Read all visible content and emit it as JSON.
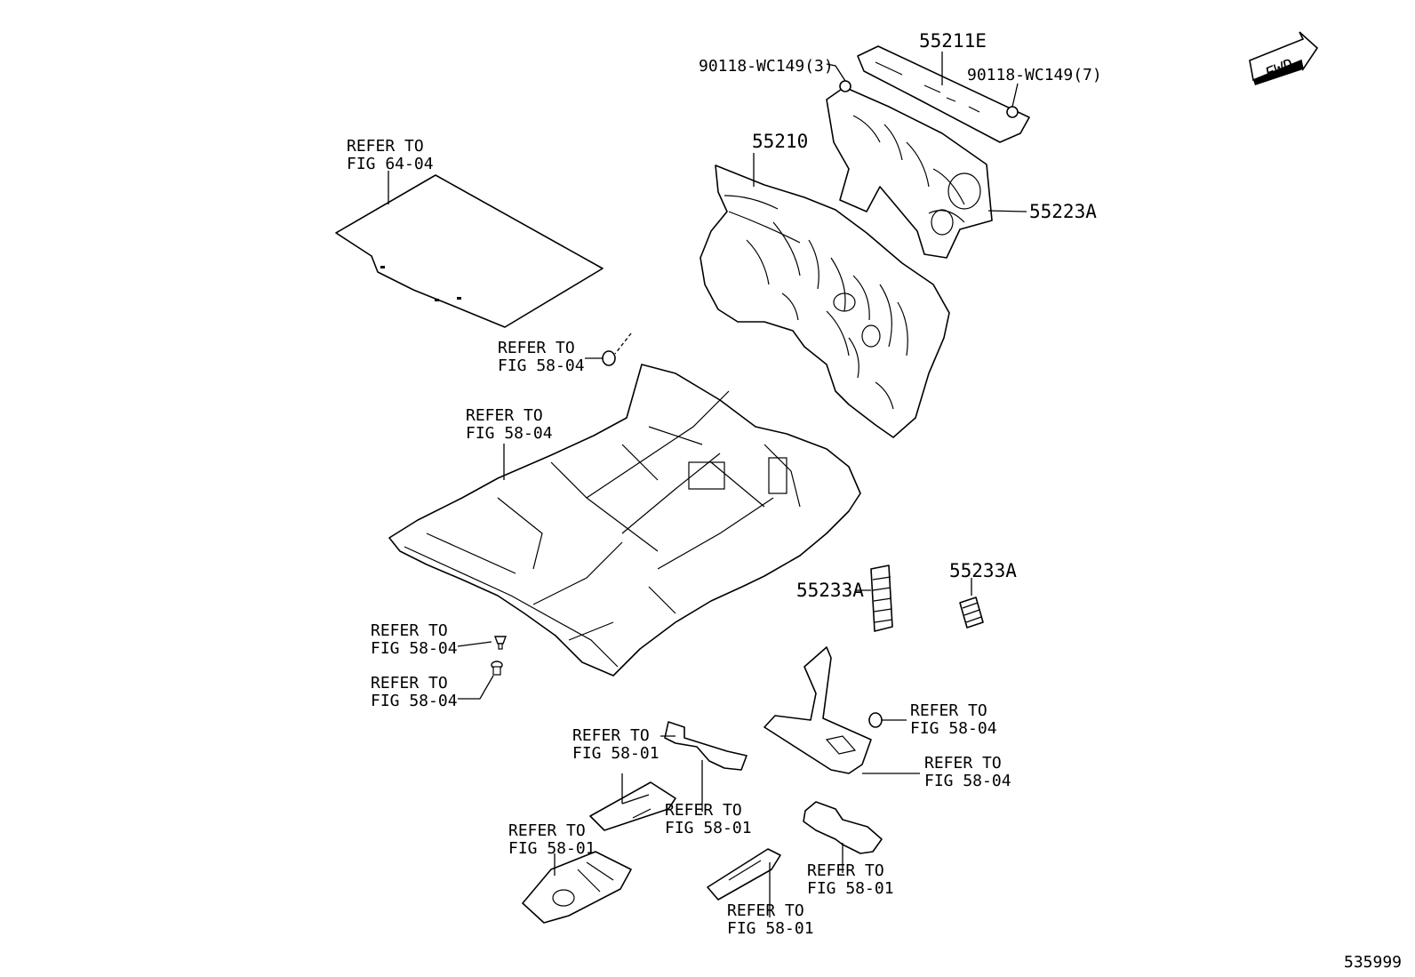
{
  "fwd_label": "FWD",
  "figure_number": "535999",
  "part_numbers": {
    "p55211e": "55211E",
    "p90118_3": "90118-WC149(3)",
    "p90118_7": "90118-WC149(7)",
    "p55210": "55210",
    "p55223a": "55223A",
    "p55233a_left": "55233A",
    "p55233a_right": "55233A"
  },
  "references": [
    {
      "line1": "REFER TO",
      "line2": "FIG 64-04"
    },
    {
      "line1": "REFER TO",
      "line2": "FIG 58-04"
    },
    {
      "line1": "REFER TO",
      "line2": "FIG 58-04"
    },
    {
      "line1": "REFER TO",
      "line2": "FIG 58-04"
    },
    {
      "line1": "REFER TO",
      "line2": "FIG 58-04"
    },
    {
      "line1": "REFER TO",
      "line2": "FIG 58-04"
    },
    {
      "line1": "REFER TO",
      "line2": "FIG 58-04"
    },
    {
      "line1": "REFER TO",
      "line2": "FIG 58-01"
    },
    {
      "line1": "REFER TO",
      "line2": "FIG 58-01"
    },
    {
      "line1": "REFER TO",
      "line2": "FIG 58-01"
    },
    {
      "line1": "REFER TO",
      "line2": "FIG 58-01"
    },
    {
      "line1": "REFER TO",
      "line2": "FIG 58-01"
    }
  ]
}
